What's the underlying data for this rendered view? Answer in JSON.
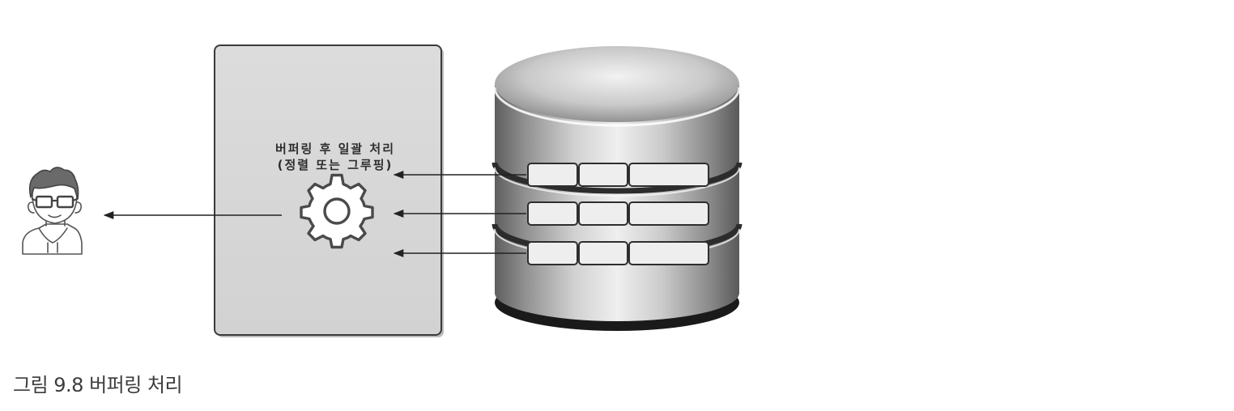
{
  "processing_box": {
    "label_line1": "버퍼링 후 일괄 처리",
    "label_line2": "(정렬 또는 그루핑)"
  },
  "caption": "그림 9.8 버퍼링 처리",
  "icons": {
    "user": "user-icon",
    "processor": "gear-icon",
    "storage": "database-icon"
  },
  "colors": {
    "box_fill": "#d9d9d9",
    "box_stroke": "#3a3a3a",
    "arrow": "#222222",
    "cell_fill": "#eeeeee"
  }
}
